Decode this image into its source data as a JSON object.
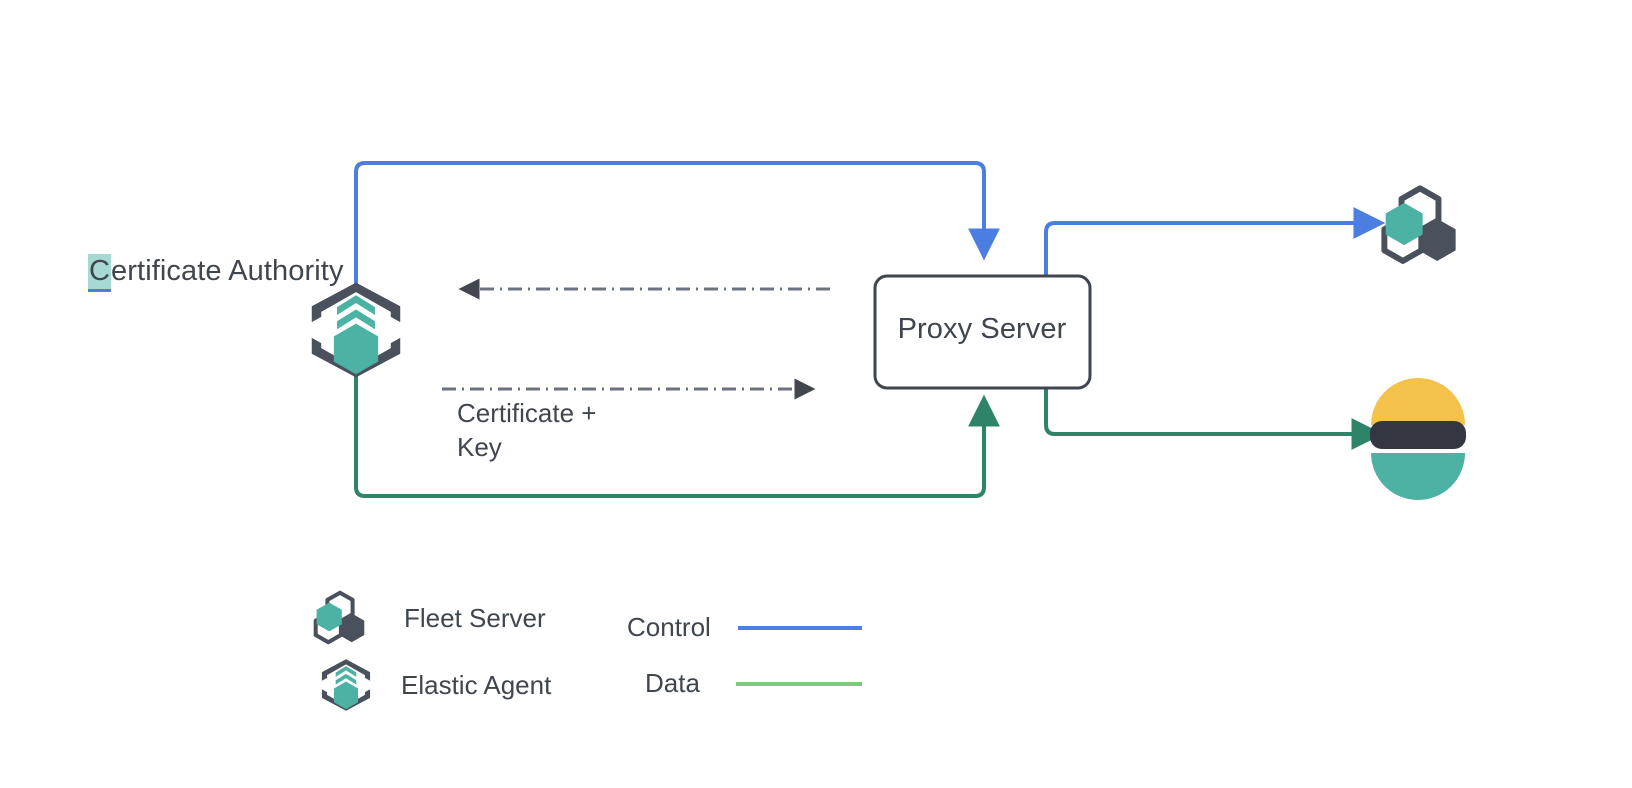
{
  "diagram": {
    "title_text": "Certificate Authority",
    "nodes": [
      {
        "id": "certificate-authority",
        "label": "Certificate Authority",
        "label_highlight_char": "C",
        "icon": "elastic-agent-icon"
      },
      {
        "id": "proxy-server",
        "label": "Proxy Server",
        "icon": "none"
      },
      {
        "id": "fleet-server",
        "label": "",
        "icon": "fleet-server-icon"
      },
      {
        "id": "elasticsearch",
        "label": "",
        "icon": "elasticsearch-icon"
      }
    ],
    "edges": [
      {
        "id": "agent-to-proxy-control",
        "from": "certificate-authority",
        "to": "proxy-server",
        "kind": "control",
        "color": "#4b7ee0",
        "style": "solid"
      },
      {
        "id": "agent-to-proxy-data",
        "from": "certificate-authority",
        "to": "proxy-server",
        "kind": "data",
        "color": "#2e8369",
        "style": "solid"
      },
      {
        "id": "proxy-to-fleet-control",
        "from": "proxy-server",
        "to": "fleet-server",
        "kind": "control",
        "color": "#4b7ee0",
        "style": "solid"
      },
      {
        "id": "proxy-to-elasticsearch-data",
        "from": "proxy-server",
        "to": "elasticsearch",
        "kind": "data",
        "color": "#2e8369",
        "style": "solid"
      },
      {
        "id": "proxy-to-ca-request",
        "from": "proxy-server",
        "to": "certificate-authority",
        "kind": "request",
        "label": "",
        "color": "#6b7280",
        "style": "dash-dot"
      },
      {
        "id": "ca-to-proxy-certificate",
        "from": "certificate-authority",
        "to": "proxy-server",
        "kind": "certificate",
        "label": "Certificate +\nKey",
        "color": "#6b7280",
        "style": "dash-dot"
      }
    ]
  },
  "legend": {
    "items": [
      {
        "id": "fleet-server",
        "label": "Fleet Server",
        "icon": "fleet-server-icon"
      },
      {
        "id": "elastic-agent",
        "label": "Elastic Agent",
        "icon": "elastic-agent-icon"
      }
    ],
    "lines": [
      {
        "id": "control",
        "label": "Control",
        "color": "#4b7ee0"
      },
      {
        "id": "data",
        "label": "Data",
        "color": "#7fc97f"
      }
    ]
  },
  "colors": {
    "teal": "#4cb2a3",
    "dark_slate": "#4a505c",
    "control_blue": "#4b7ee0",
    "data_green": "#2e8369",
    "legend_data_green": "#7fc97f",
    "dash_gray": "#6b7280",
    "text": "#40464f",
    "elastic_yellow": "#f4c24a",
    "elastic_dark": "#343741",
    "elastic_teal": "#4cb2a3",
    "highlight": "#a6d9d1"
  }
}
